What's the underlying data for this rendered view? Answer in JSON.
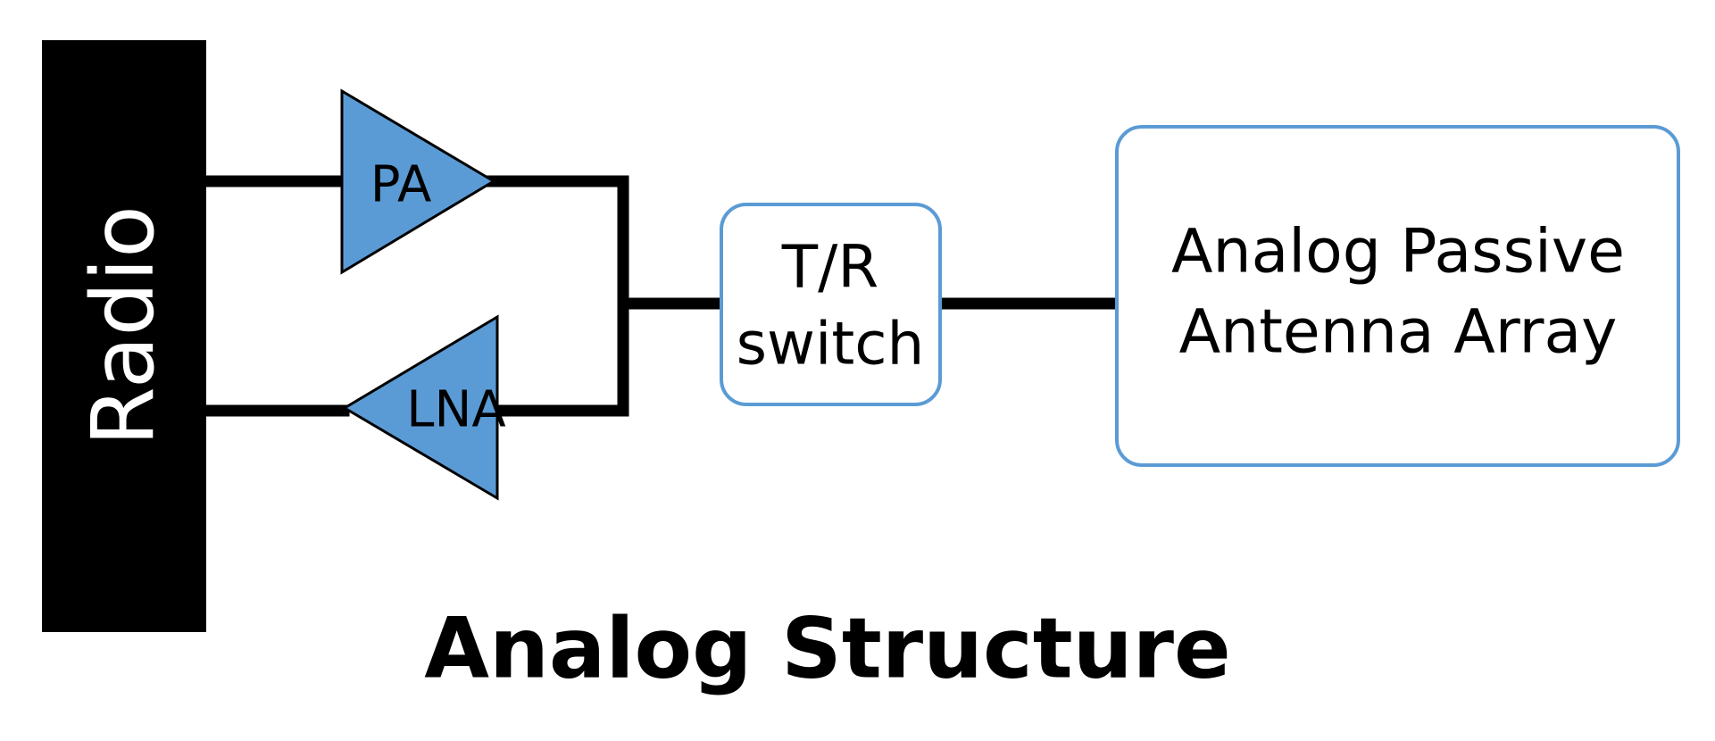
{
  "diagram": {
    "radio_label": "Radio",
    "pa_label": "PA",
    "lna_label": "LNA",
    "tr_switch": {
      "line1": "T/R",
      "line2": "switch"
    },
    "antenna": {
      "line1": "Analog Passive",
      "line2": "Antenna Array"
    },
    "title": "Analog Structure"
  },
  "colors": {
    "amplifier_fill": "#5b9bd5",
    "box_border": "#5b9bd5",
    "radio_fill": "#000000",
    "wire": "#000000",
    "background": "#ffffff"
  }
}
